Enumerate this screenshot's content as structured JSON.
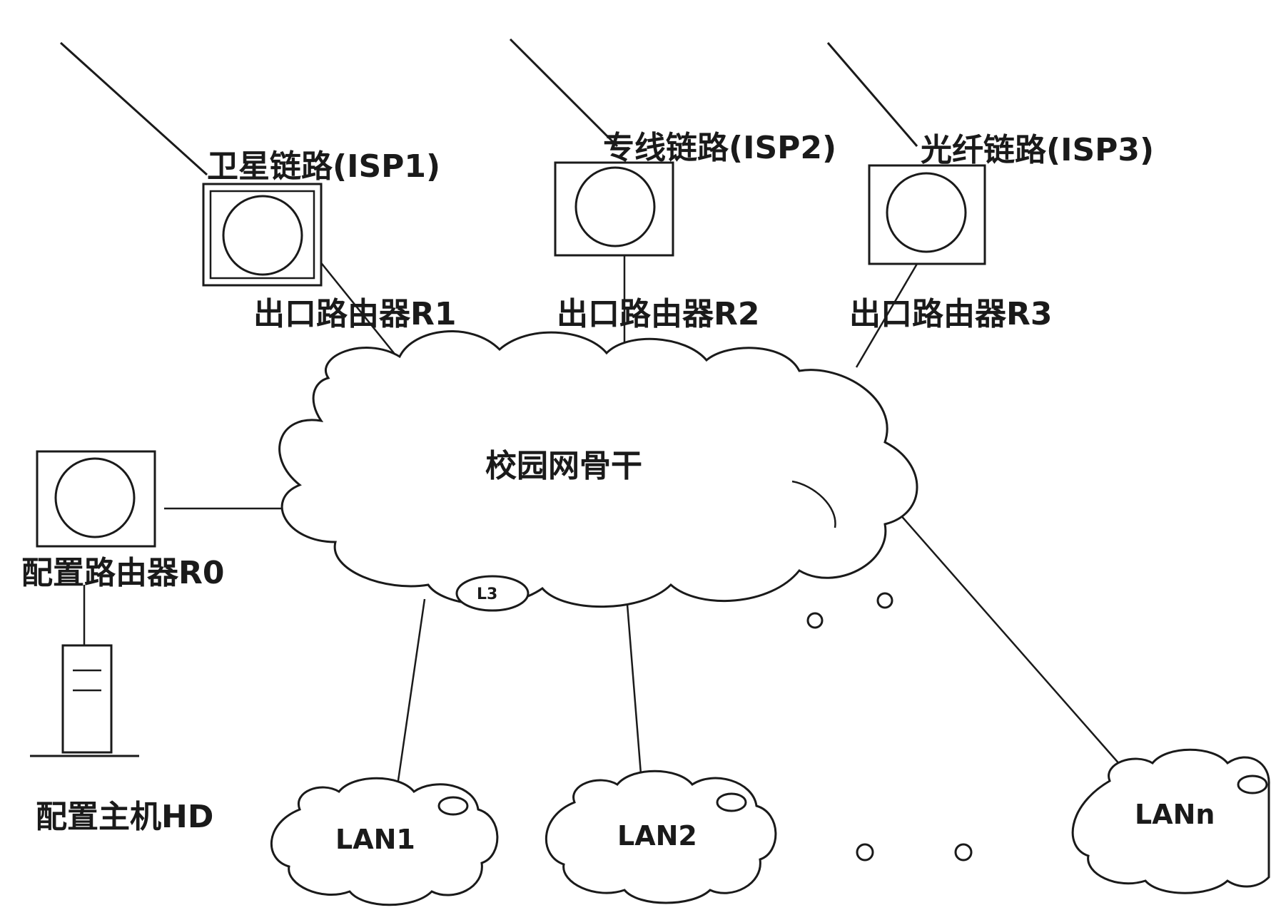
{
  "links": {
    "isp1": "卫星链路(ISP1)",
    "isp2": "专线链路(ISP2)",
    "isp3": "光纤链路(ISP3)"
  },
  "routers": {
    "r1": "出口路由器R1",
    "r2": "出口路由器R2",
    "r3": "出口路由器R3",
    "r0": "配置路由器R0"
  },
  "backbone": "校园网骨干",
  "host": "配置主机HD",
  "lans": {
    "lan1": "LAN1",
    "lan2": "LAN2",
    "lann": "LANn"
  },
  "core_label": "L3"
}
